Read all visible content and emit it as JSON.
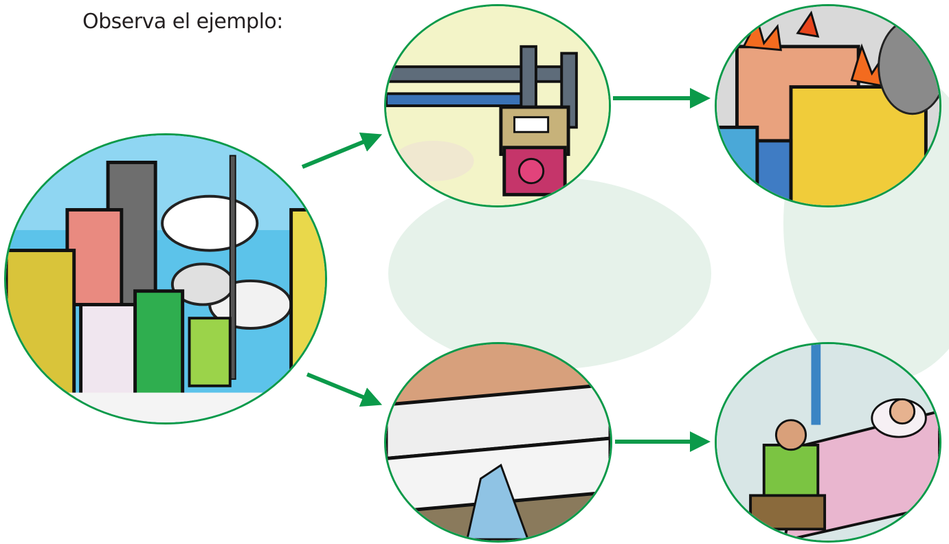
{
  "instruction": "Observa el ejemplo:",
  "colors": {
    "accent_green": "#0b9a4a",
    "pale_green": "#e6f2ea"
  },
  "illustrations": [
    {
      "name": "earthquake-city",
      "subject": "buildings shaking and smoke"
    },
    {
      "name": "broken-gas-pipe",
      "subject": "damaged gas meter and pipes"
    },
    {
      "name": "building-fire",
      "subject": "buildings on fire"
    },
    {
      "name": "broken-water-pipe",
      "subject": "cracked water pipe leaking"
    },
    {
      "name": "sick-person",
      "subject": "person ill in bed"
    }
  ]
}
